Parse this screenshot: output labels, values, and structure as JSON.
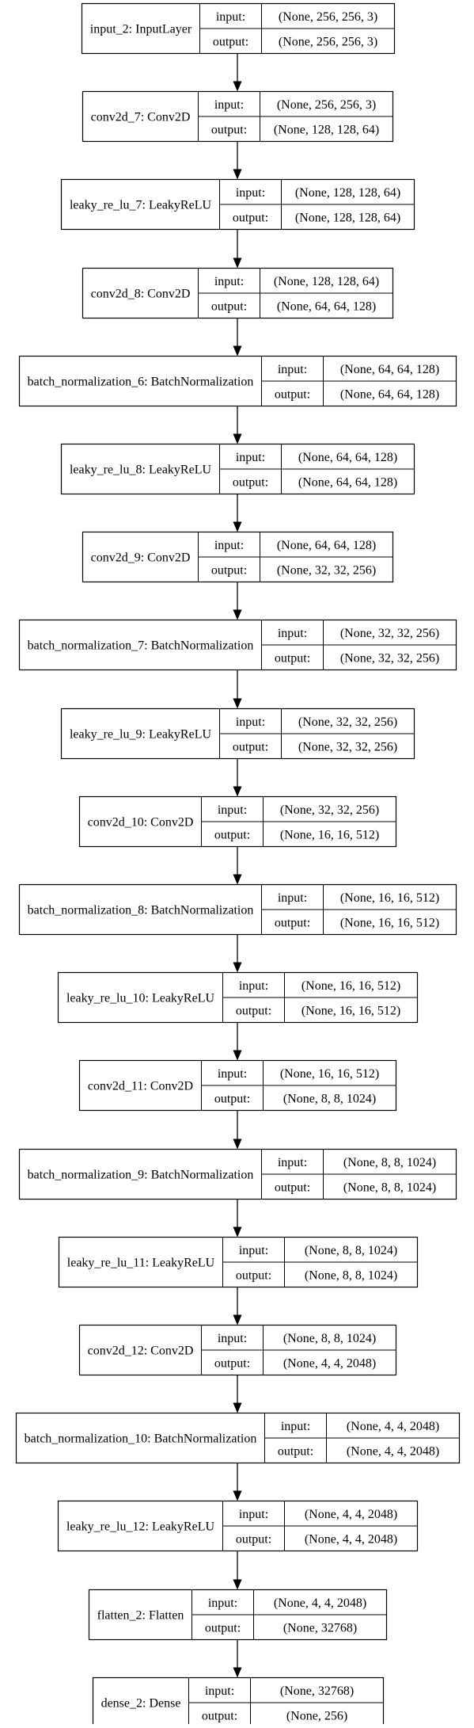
{
  "layers": [
    {
      "name": "input_2: InputLayer",
      "input_label": "input:",
      "input": "(None, 256, 256, 3)",
      "output_label": "output:",
      "output": "(None, 256, 256, 3)"
    },
    {
      "name": "conv2d_7: Conv2D",
      "input_label": "input:",
      "input": "(None, 256, 256, 3)",
      "output_label": "output:",
      "output": "(None, 128, 128, 64)"
    },
    {
      "name": "leaky_re_lu_7: LeakyReLU",
      "input_label": "input:",
      "input": "(None, 128, 128, 64)",
      "output_label": "output:",
      "output": "(None, 128, 128, 64)"
    },
    {
      "name": "conv2d_8: Conv2D",
      "input_label": "input:",
      "input": "(None, 128, 128, 64)",
      "output_label": "output:",
      "output": "(None, 64, 64, 128)"
    },
    {
      "name": "batch_normalization_6: BatchNormalization",
      "input_label": "input:",
      "input": "(None, 64, 64, 128)",
      "output_label": "output:",
      "output": "(None, 64, 64, 128)"
    },
    {
      "name": "leaky_re_lu_8: LeakyReLU",
      "input_label": "input:",
      "input": "(None, 64, 64, 128)",
      "output_label": "output:",
      "output": "(None, 64, 64, 128)"
    },
    {
      "name": "conv2d_9: Conv2D",
      "input_label": "input:",
      "input": "(None, 64, 64, 128)",
      "output_label": "output:",
      "output": "(None, 32, 32, 256)"
    },
    {
      "name": "batch_normalization_7: BatchNormalization",
      "input_label": "input:",
      "input": "(None, 32, 32, 256)",
      "output_label": "output:",
      "output": "(None, 32, 32, 256)"
    },
    {
      "name": "leaky_re_lu_9: LeakyReLU",
      "input_label": "input:",
      "input": "(None, 32, 32, 256)",
      "output_label": "output:",
      "output": "(None, 32, 32, 256)"
    },
    {
      "name": "conv2d_10: Conv2D",
      "input_label": "input:",
      "input": "(None, 32, 32, 256)",
      "output_label": "output:",
      "output": "(None, 16, 16, 512)"
    },
    {
      "name": "batch_normalization_8: BatchNormalization",
      "input_label": "input:",
      "input": "(None, 16, 16, 512)",
      "output_label": "output:",
      "output": "(None, 16, 16, 512)"
    },
    {
      "name": "leaky_re_lu_10: LeakyReLU",
      "input_label": "input:",
      "input": "(None, 16, 16, 512)",
      "output_label": "output:",
      "output": "(None, 16, 16, 512)"
    },
    {
      "name": "conv2d_11: Conv2D",
      "input_label": "input:",
      "input": "(None, 16, 16, 512)",
      "output_label": "output:",
      "output": "(None, 8, 8, 1024)"
    },
    {
      "name": "batch_normalization_9: BatchNormalization",
      "input_label": "input:",
      "input": "(None, 8, 8, 1024)",
      "output_label": "output:",
      "output": "(None, 8, 8, 1024)"
    },
    {
      "name": "leaky_re_lu_11: LeakyReLU",
      "input_label": "input:",
      "input": "(None, 8, 8, 1024)",
      "output_label": "output:",
      "output": "(None, 8, 8, 1024)"
    },
    {
      "name": "conv2d_12: Conv2D",
      "input_label": "input:",
      "input": "(None, 8, 8, 1024)",
      "output_label": "output:",
      "output": "(None, 4, 4, 2048)"
    },
    {
      "name": "batch_normalization_10: BatchNormalization",
      "input_label": "input:",
      "input": "(None, 4, 4, 2048)",
      "output_label": "output:",
      "output": "(None, 4, 4, 2048)"
    },
    {
      "name": "leaky_re_lu_12: LeakyReLU",
      "input_label": "input:",
      "input": "(None, 4, 4, 2048)",
      "output_label": "output:",
      "output": "(None, 4, 4, 2048)"
    },
    {
      "name": "flatten_2: Flatten",
      "input_label": "input:",
      "input": "(None, 4, 4, 2048)",
      "output_label": "output:",
      "output": "(None, 32768)"
    },
    {
      "name": "dense_2: Dense",
      "input_label": "input:",
      "input": "(None, 32768)",
      "output_label": "output:",
      "output": "(None, 256)"
    }
  ]
}
